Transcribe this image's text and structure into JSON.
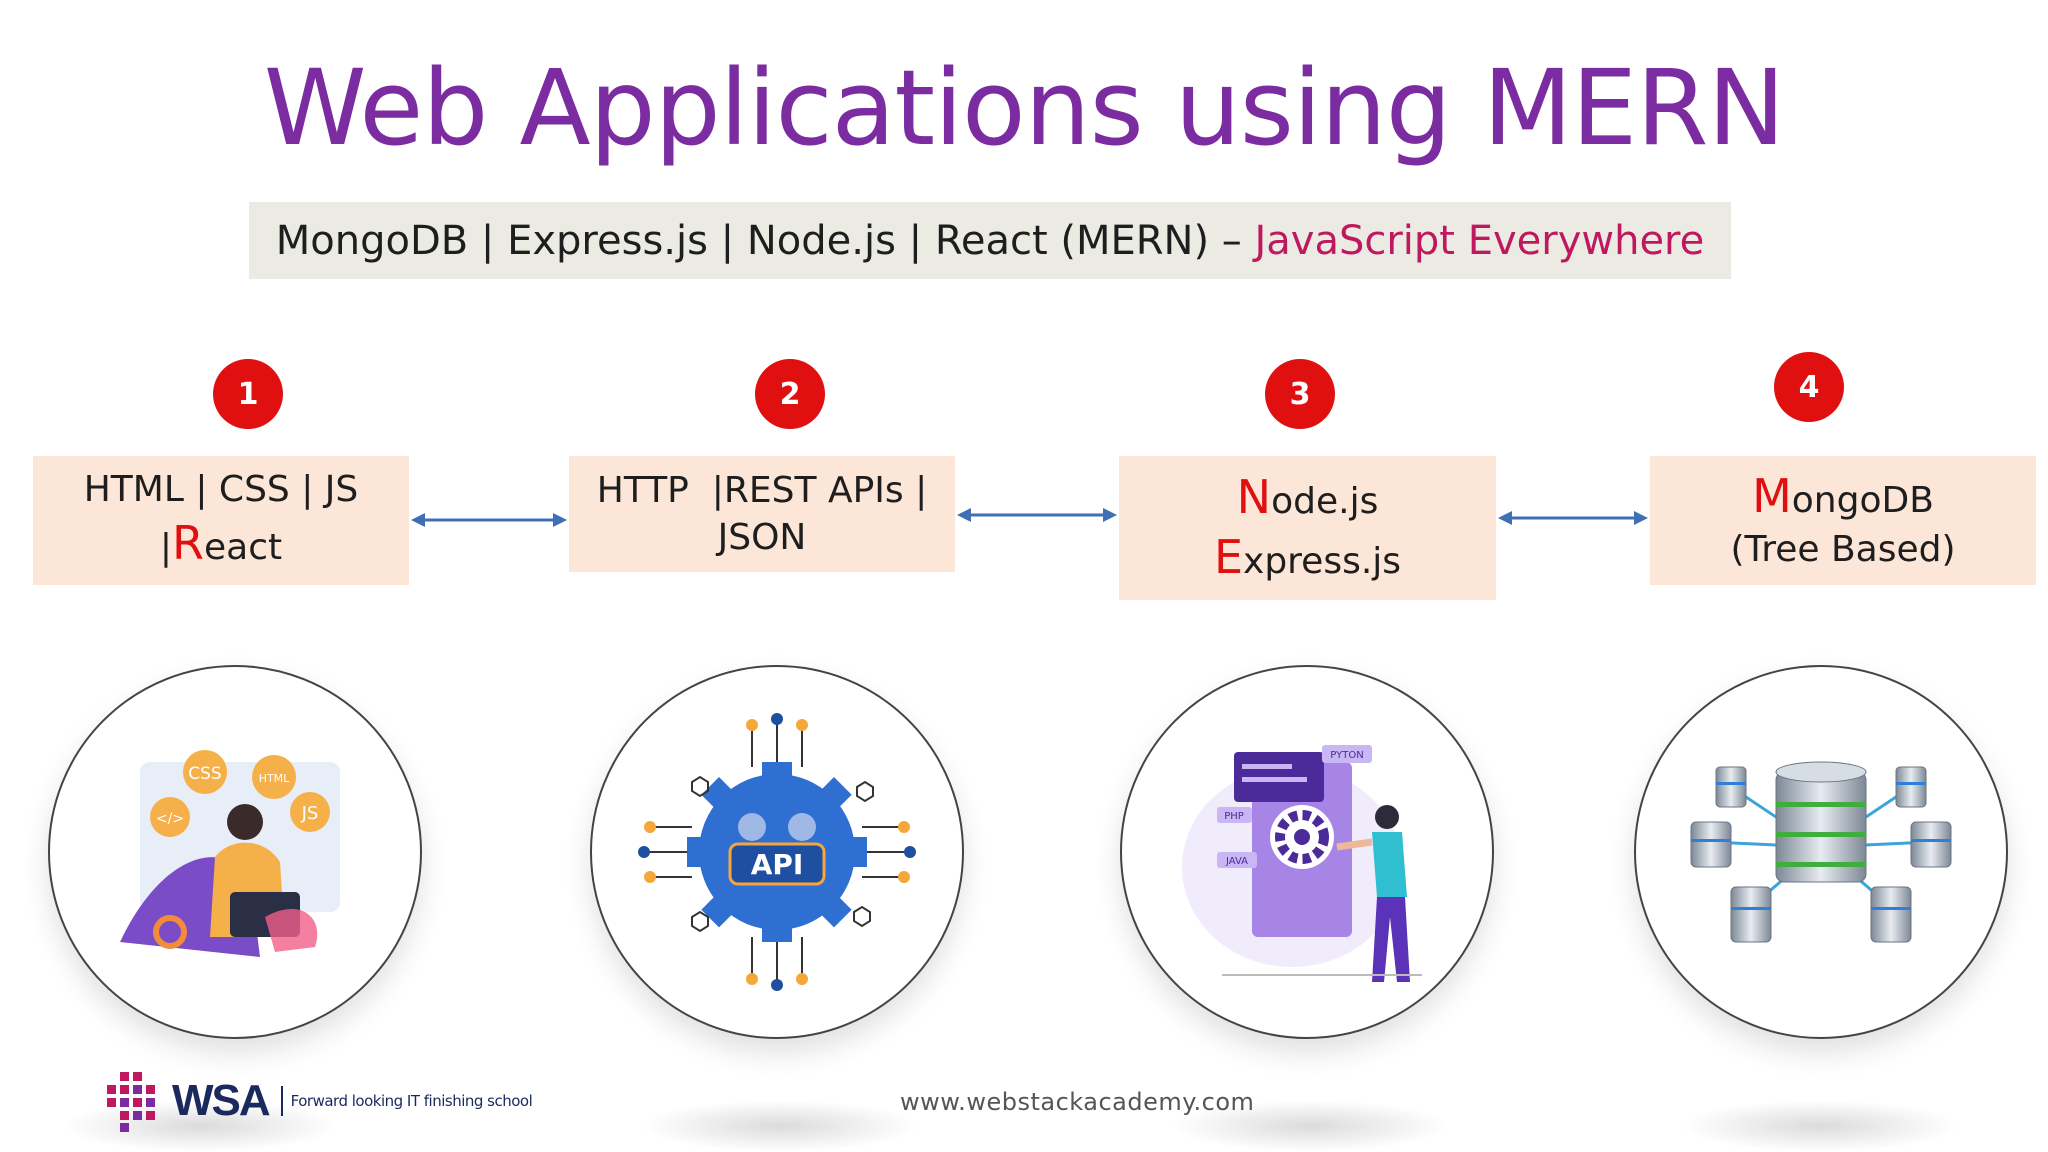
{
  "title": "Web Applications using MERN",
  "subtitle": {
    "main": "MongoDB | Express.js | Node.js | React (MERN) – ",
    "accent": "JavaScript Everywhere"
  },
  "steps": [
    {
      "number": "1",
      "line1": "HTML | CSS | JS",
      "line2_prefix": "|",
      "line2_initial": "R",
      "line2_rest": "eact"
    },
    {
      "number": "2",
      "line1": "HTTP  |REST APIs |",
      "line2": "JSON"
    },
    {
      "number": "3",
      "line1_initial": "N",
      "line1_rest": "ode.js",
      "line2_initial": "E",
      "line2_rest": "xpress.js"
    },
    {
      "number": "4",
      "line1_initial": "M",
      "line1_rest": "ongoDB",
      "line2": "(Tree Based)"
    }
  ],
  "illustrations": {
    "frontend_badges": [
      "CSS",
      "HTML",
      "JS",
      "</>"
    ],
    "api_label": "API",
    "backend_tags": [
      "PYTON",
      "PHP",
      "JAVA"
    ]
  },
  "footer": {
    "url": "www.webstackacademy.com",
    "logo_text": "WSA",
    "tagline": "Forward looking IT finishing school"
  },
  "colors": {
    "title": "#7b2ca0",
    "accent": "#c0185f",
    "badge": "#e01010",
    "box": "#fbe6d7",
    "arrow": "#3f6fb5"
  }
}
